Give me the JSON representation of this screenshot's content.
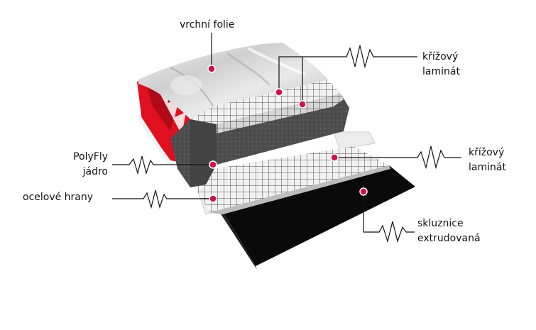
{
  "labels": {
    "top_sheet": "vrchní folie",
    "cross_laminate_upper": [
      "křížový",
      "laminát"
    ],
    "cross_laminate_lower": [
      "křížový",
      "laminát"
    ],
    "core": [
      "PolyFly",
      "jádro"
    ],
    "steel_edges": "ocelové hrany",
    "base": [
      "skluznice",
      "extrudovaná"
    ]
  },
  "colors": {
    "marker": "#d0104c",
    "core": "#4a4a4a",
    "base": "#0a0a0a",
    "accent_red": "#e01020",
    "leader": "#111111"
  }
}
